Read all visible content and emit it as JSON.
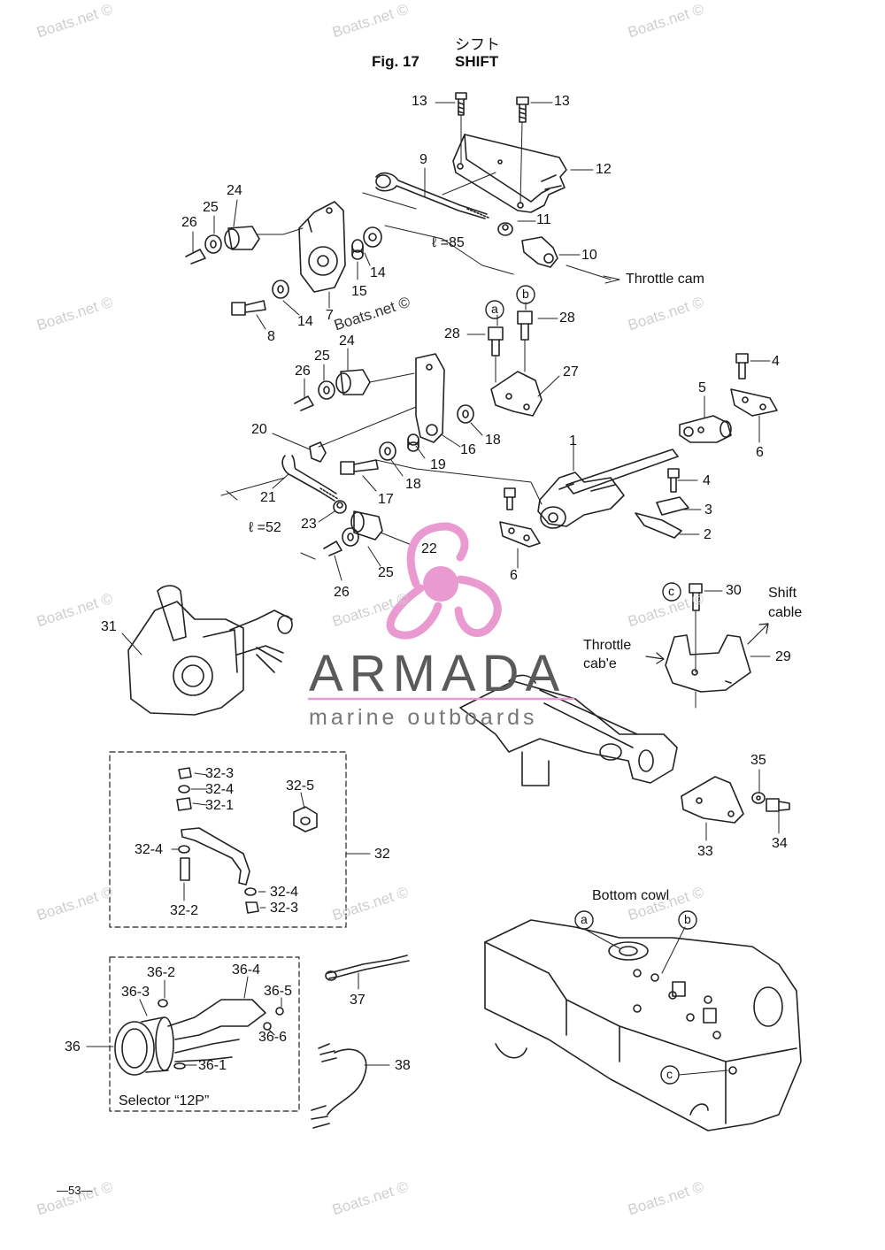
{
  "header": {
    "title_jp": "シフト",
    "fig_label": "Fig. 17",
    "title_en": "SHIFT"
  },
  "part_labels": [
    "13",
    "13",
    "9",
    "12",
    "24",
    "25",
    "26",
    "11",
    "10",
    "14",
    "15",
    "8",
    "14",
    "7",
    "28",
    "28",
    "24",
    "25",
    "26",
    "27",
    "4",
    "5",
    "20",
    "16",
    "18",
    "19",
    "18",
    "17",
    "6",
    "21",
    "23",
    "22",
    "25",
    "26",
    "6",
    "1",
    "4",
    "3",
    "2",
    "30",
    "31",
    "29",
    "35",
    "34",
    "33",
    "32",
    "32-1",
    "32-2",
    "32-3",
    "32-3",
    "32-4",
    "32-4",
    "32-4",
    "32-5",
    "36",
    "36-1",
    "36-2",
    "36-3",
    "36-4",
    "36-5",
    "36-6",
    "37",
    "38"
  ],
  "callouts": {
    "throttle_cam": "Throttle cam",
    "length_85": "ℓ =85",
    "length_52": "ℓ =52",
    "shift_cable_line1": "Shift",
    "shift_cable_line2": "cable",
    "throttle_cable_line1": "Throttle",
    "throttle_cable_line2": "cab'e",
    "bottom_cowl": "Bottom cowl",
    "selector": "Selector “12P”",
    "circle_a": "a",
    "circle_b": "b",
    "circle_c": "c"
  },
  "watermark": {
    "text": "Boats.net ©",
    "color": "#cfcfcf"
  },
  "logo": {
    "name": "ARMADA",
    "tagline": "marine outboards",
    "accent_color": "#e99ad0",
    "text_color": "#5a5a5a"
  },
  "page_number": "—53—"
}
